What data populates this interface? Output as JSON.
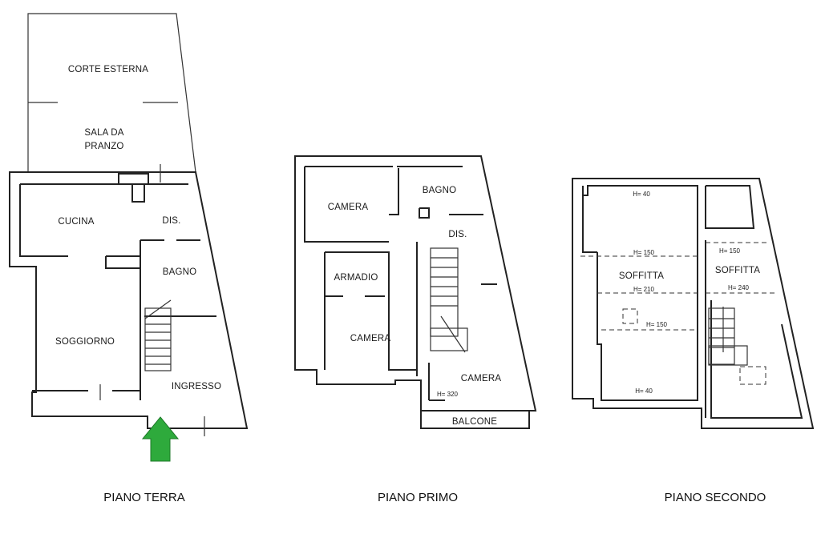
{
  "floors": [
    {
      "title": "PIANO TERRA",
      "rooms": [
        "CORTE ESTERNA",
        "SALA DA",
        "PRANZO",
        "CUCINA",
        "DIS.",
        "BAGNO",
        "SOGGIORNO",
        "INGRESSO"
      ]
    },
    {
      "title": "PIANO PRIMO",
      "rooms": [
        "CAMERA",
        "BAGNO",
        "DIS.",
        "ARMADIO",
        "CAMERA",
        "CAMERA",
        "BALCONE"
      ],
      "heights": [
        "H= 320"
      ]
    },
    {
      "title": "PIANO SECONDO",
      "rooms": [
        "SOFFITTA",
        "SOFFITTA"
      ],
      "heights": [
        "H= 40",
        "H= 150",
        "H= 210",
        "H= 150",
        "H= 40",
        "H= 150",
        "H= 240"
      ]
    }
  ],
  "entrance_arrow_color": "#2eaa3c"
}
